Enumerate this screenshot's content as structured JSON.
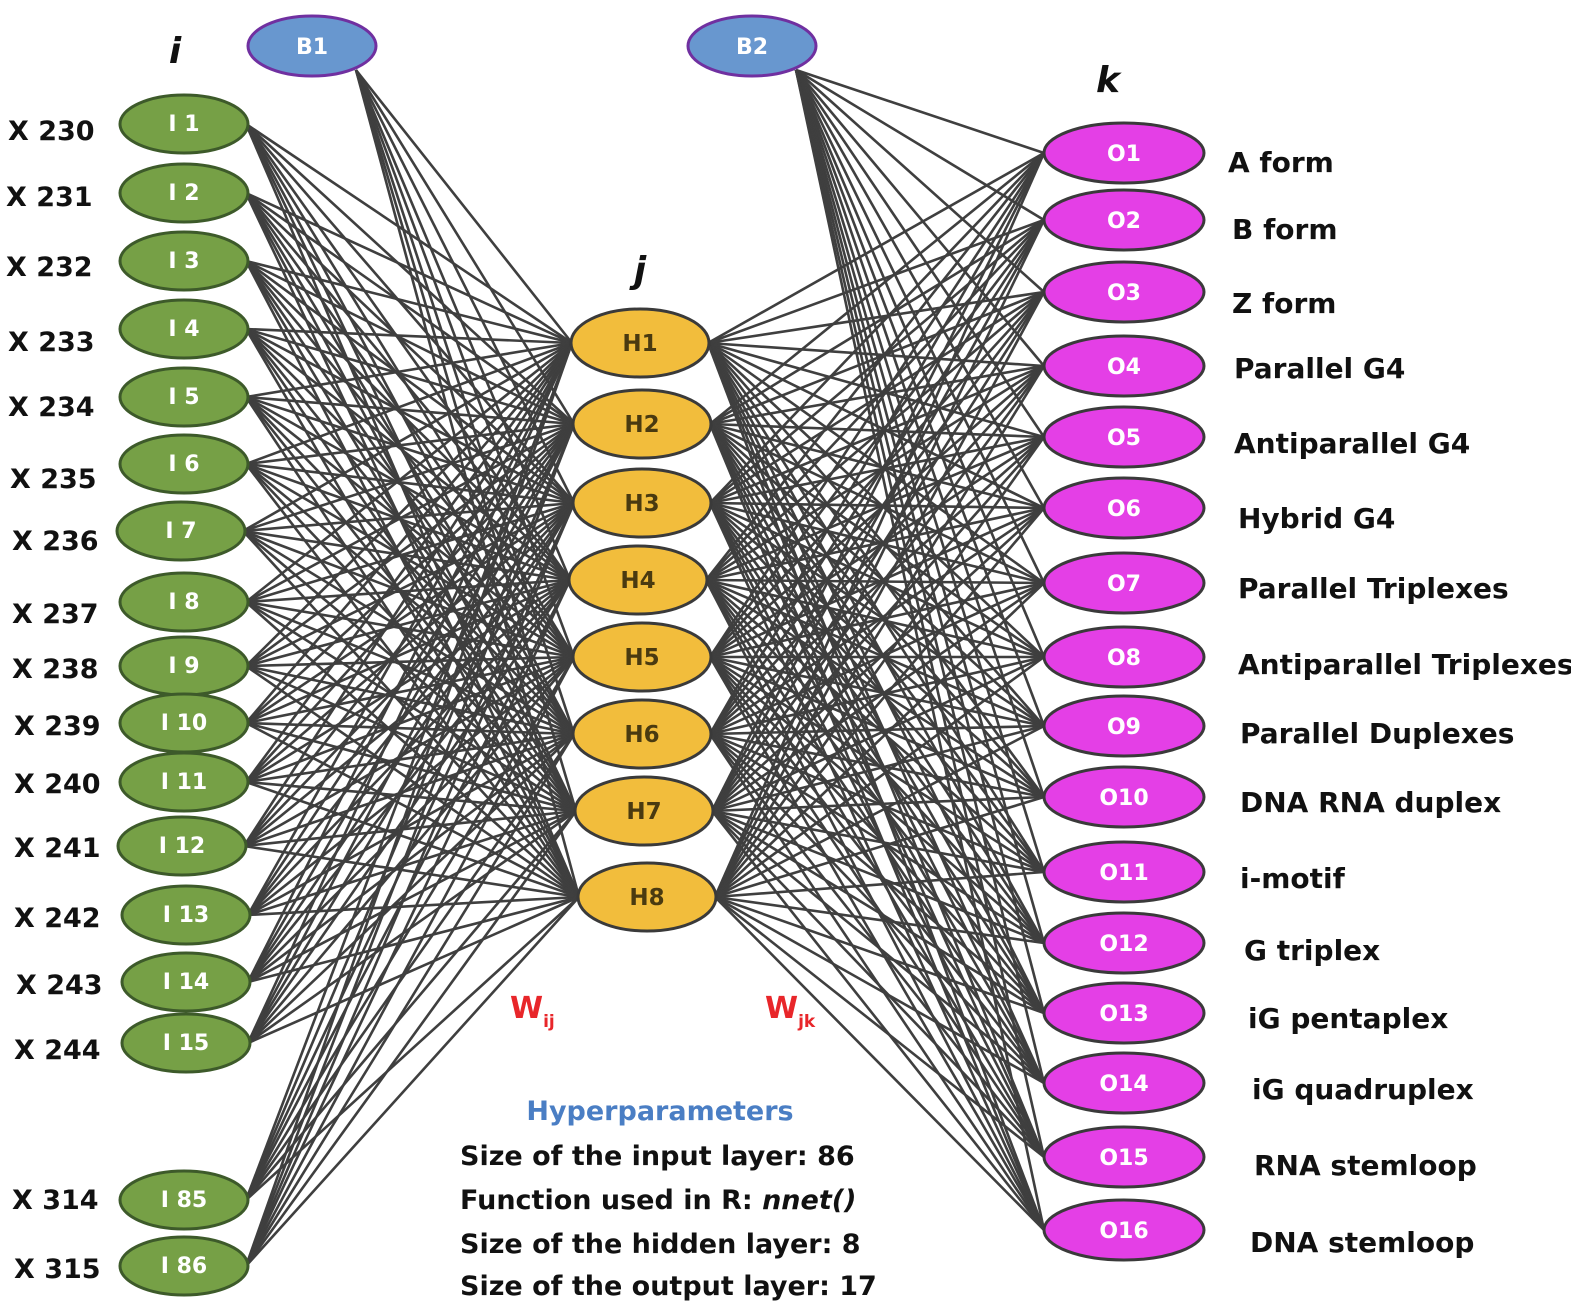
{
  "layers": {
    "input_letter": "i",
    "hidden_letter": "j",
    "output_letter": "k"
  },
  "bias_nodes": [
    "B1",
    "B2"
  ],
  "input_nodes": [
    {
      "id": "I 1",
      "label": "X 230"
    },
    {
      "id": "I 2",
      "label": "X 231"
    },
    {
      "id": "I 3",
      "label": "X 232"
    },
    {
      "id": "I 4",
      "label": "X 233"
    },
    {
      "id": "I 5",
      "label": "X 234"
    },
    {
      "id": "I 6",
      "label": "X 235"
    },
    {
      "id": "I 7",
      "label": "X 236"
    },
    {
      "id": "I 8",
      "label": "X 237"
    },
    {
      "id": "I 9",
      "label": "X 238"
    },
    {
      "id": "I 10",
      "label": "X 239"
    },
    {
      "id": "I 11",
      "label": "X 240"
    },
    {
      "id": "I 12",
      "label": "X 241"
    },
    {
      "id": "I 13",
      "label": "X 242"
    },
    {
      "id": "I 14",
      "label": "X 243"
    },
    {
      "id": "I 15",
      "label": "X 244"
    },
    {
      "id": "I 85",
      "label": "X 314"
    },
    {
      "id": "I 86",
      "label": "X 315"
    }
  ],
  "hidden_nodes": [
    "H1",
    "H2",
    "H3",
    "H4",
    "H5",
    "H6",
    "H7",
    "H8"
  ],
  "output_nodes": [
    {
      "id": "O1",
      "label": "A form"
    },
    {
      "id": "O2",
      "label": "B form"
    },
    {
      "id": "O3",
      "label": "Z form"
    },
    {
      "id": "O4",
      "label": "Parallel G4"
    },
    {
      "id": "O5",
      "label": "Antiparallel G4"
    },
    {
      "id": "O6",
      "label": "Hybrid G4"
    },
    {
      "id": "O7",
      "label": "Parallel Triplexes"
    },
    {
      "id": "O8",
      "label": "Antiparallel Triplexes"
    },
    {
      "id": "O9",
      "label": "Parallel Duplexes"
    },
    {
      "id": "O10",
      "label": "DNA RNA duplex"
    },
    {
      "id": "O11",
      "label": "i-motif"
    },
    {
      "id": "O12",
      "label": "G triplex"
    },
    {
      "id": "O13",
      "label": "iG pentaplex"
    },
    {
      "id": "O14",
      "label": "iG quadruplex"
    },
    {
      "id": "O15",
      "label": "RNA stemloop"
    },
    {
      "id": "O16",
      "label": "DNA stemloop"
    }
  ],
  "weights": {
    "input_hidden": {
      "letter": "W",
      "sub": "ij"
    },
    "hidden_output": {
      "letter": "W",
      "sub": "jk"
    }
  },
  "hyperparameters": {
    "title": "Hyperparameters",
    "lines": [
      {
        "text": "Size of the input layer: 86",
        "italic": ""
      },
      {
        "text": "Function used in R: ",
        "italic": "nnet()"
      },
      {
        "text": "Size of the hidden layer: 8",
        "italic": ""
      },
      {
        "text": "Size of the output layer: 17",
        "italic": ""
      }
    ]
  },
  "colors": {
    "input_fill": "#76a046",
    "input_stroke": "#3d5a2a",
    "hidden_fill": "#f2bd3c",
    "hidden_stroke": "#3a3a3a",
    "output_fill": "#e43fe6",
    "output_stroke": "#3a3a3a",
    "bias_fill": "#6897cf",
    "bias_stroke": "#7030a0",
    "edge": "#3f3f3f"
  }
}
